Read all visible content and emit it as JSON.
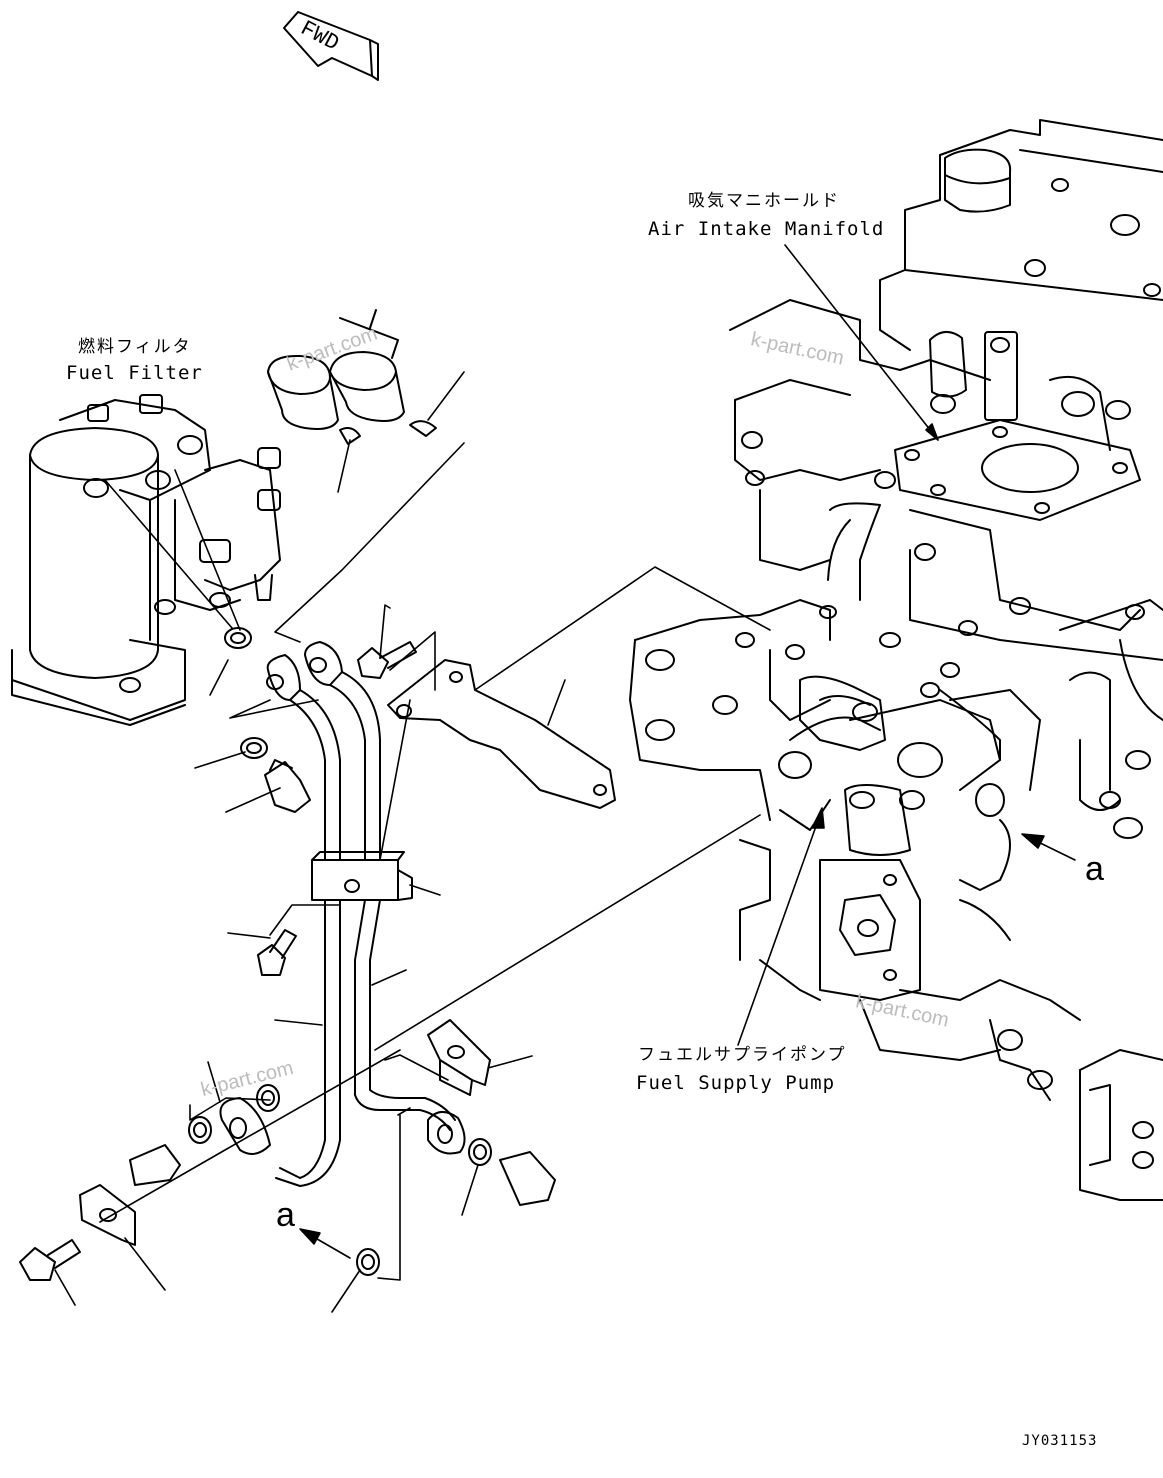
{
  "fwd_label": "FWD",
  "labels": {
    "fuel_filter_jp": "燃料フィルタ",
    "fuel_filter_en": "Fuel Filter",
    "air_intake_jp": "吸気マニホールド",
    "air_intake_en": "Air Intake Manifold",
    "fuel_pump_jp": "フュエルサプライポンプ",
    "fuel_pump_en": "Fuel Supply Pump"
  },
  "view_markers": {
    "engine_side": "a",
    "pipe_side": "a"
  },
  "watermarks": [
    "k-part.com",
    "k-part.com",
    "k-part.com"
  ],
  "drawing_code": "JY031153",
  "colors": {
    "line": "#000000",
    "watermark": "#bcbcbc",
    "background": "#ffffff"
  }
}
